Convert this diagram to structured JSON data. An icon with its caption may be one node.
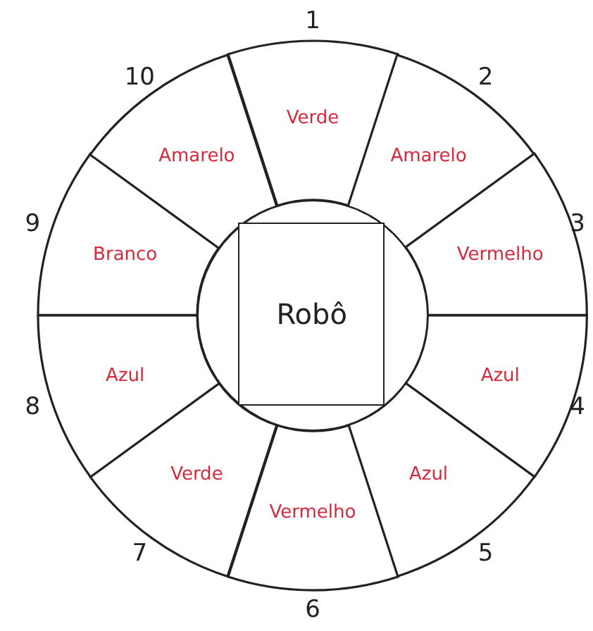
{
  "diagram": {
    "nodes": [
      {
        "text": [
          "Verde"
        ]
      },
      {
        "text": [
          "Amarelo"
        ]
      },
      {
        "text": [
          "Vermelho"
        ]
      },
      {
        "text": [
          "Azul"
        ]
      },
      {
        "text": [
          "Azul"
        ]
      },
      {
        "text": [
          "Vermelho"
        ]
      },
      {
        "text": [
          "Verde"
        ]
      },
      {
        "text": [
          "Azul"
        ]
      },
      {
        "text": [
          "Branco"
        ]
      },
      {
        "text": [
          "Amarelo"
        ]
      },
      {
        "text": [],
        "shape": "circle"
      },
      {
        "text": [
          "Robô"
        ],
        "in": 10
      }
    ],
    "labels": [
      "1",
      "2",
      "3",
      "4",
      "5",
      "6",
      "7",
      "8",
      "9",
      "10"
    ]
  }
}
